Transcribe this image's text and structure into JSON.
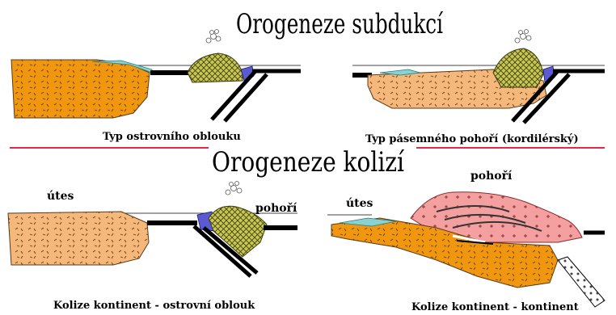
{
  "title_subduction": "Orogeneze subdukcí",
  "title_collision": "Orogeneze kolizí",
  "panels": {
    "island_arc": {
      "caption": "Typ ostrovního oblouku"
    },
    "cordilleran": {
      "caption": "Typ pásemného pohoří (kordilérský)"
    },
    "continent_arc": {
      "caption": "Kolize kontinent - ostrovní oblouk",
      "label_reef": "útes",
      "label_mountains": "pohoří"
    },
    "continent_continent": {
      "caption": "Kolize kontinent - kontinent",
      "label_reef": "útes",
      "label_mountains": "pohoří"
    }
  },
  "colors": {
    "continent_crust": "#f5b87a",
    "continent_crust_dark": "#f0960f",
    "volcanic_arc": "#c8c850",
    "reef": "#8ad2d2",
    "accretion": "#5a5ad2",
    "mountains": "#f4a0a0",
    "divider": "#e6284b",
    "slab": "#000000"
  }
}
